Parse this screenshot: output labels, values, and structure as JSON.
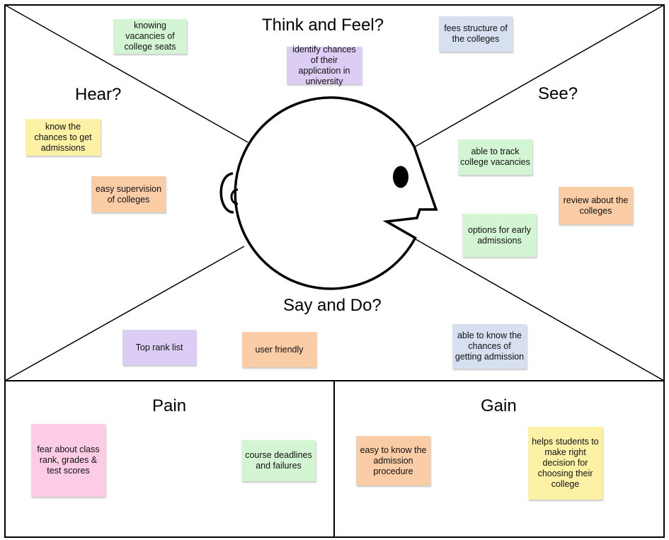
{
  "colors": {
    "green": "#d4f5d4",
    "blue": "#d7e0f0",
    "purple": "#dccdf4",
    "yellow": "#fdf1a6",
    "orange": "#fbcda6",
    "pink": "#fbcce3",
    "line": "#000000"
  },
  "headings": {
    "think_feel": "Think and Feel?",
    "hear": "Hear?",
    "see": "See?",
    "say_do": "Say and Do?",
    "pain": "Pain",
    "gain": "Gain"
  },
  "notes": {
    "knowing_vacancies": "knowing vacancies of college seats",
    "fees_structure": "fees structure of the colleges",
    "identify_chances": "identify chances of their application in university",
    "know_chances": "know the chances to get admissions",
    "easy_supervision": "easy supervision of colleges",
    "track_vacancies": "able to track college vacancies",
    "review_colleges": "review about the colleges",
    "early_admissions": "options for early admissions",
    "top_rank": "Top rank list",
    "user_friendly": "user friendly",
    "know_chances_admission": "able to know the chances of getting admission",
    "fear_class_rank": "fear about class rank, grades & test scores",
    "course_deadlines": "course deadlines and failures",
    "easy_procedure": "easy to know the admission procedure",
    "helps_students": "helps students to make right decision for choosing their college"
  }
}
